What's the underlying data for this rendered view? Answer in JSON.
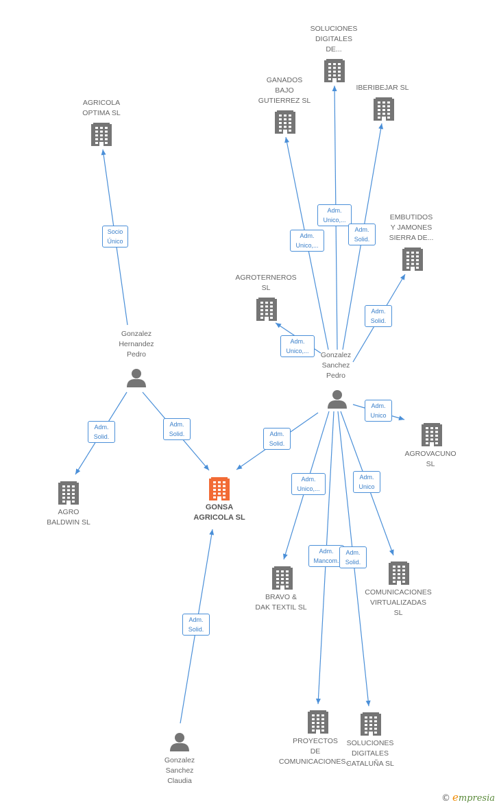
{
  "colors": {
    "edge": "#4a8fd8",
    "company": "#757575",
    "company_main": "#f26b35",
    "person": "#757575"
  },
  "nodes": [
    {
      "id": "agricola_optima",
      "type": "company",
      "label": "AGRICOLA\nOPTIMA  SL"
    },
    {
      "id": "gonzalez_hernandez",
      "type": "person",
      "label": "Gonzalez\nHernandez\nPedro"
    },
    {
      "id": "agro_baldwin",
      "type": "company",
      "label": "AGRO\nBALDWIN  SL"
    },
    {
      "id": "gonsa",
      "type": "company_main",
      "label": "GONSA\nAGRICOLA  SL"
    },
    {
      "id": "gonzalez_claudia",
      "type": "person",
      "label": "Gonzalez\nSanchez\nClaudia"
    },
    {
      "id": "gonzalez_sanchez_pedro",
      "type": "person",
      "label": "Gonzalez\nSanchez\nPedro"
    },
    {
      "id": "soluciones_digitales",
      "type": "company",
      "label": "SOLUCIONES\nDIGITALES\nDE..."
    },
    {
      "id": "ganados_bajo",
      "type": "company",
      "label": "GANADOS\nBAJO\nGUTIERREZ  SL"
    },
    {
      "id": "iberibejar",
      "type": "company",
      "label": "IBERIBEJAR SL"
    },
    {
      "id": "embutidos",
      "type": "company",
      "label": "EMBUTIDOS\nY JAMONES\nSIERRA DE..."
    },
    {
      "id": "agroterneros",
      "type": "company",
      "label": "AGROTERNEROS\nSL"
    },
    {
      "id": "agrovacuno",
      "type": "company",
      "label": "AGROVACUNO\nSL"
    },
    {
      "id": "bravo_dak",
      "type": "company",
      "label": "BRAVO &\nDAK TEXTIL SL"
    },
    {
      "id": "comunicaciones_virtualizadas",
      "type": "company",
      "label": "COMUNICACIONES\nVIRTUALIZADAS\nSL"
    },
    {
      "id": "proyectos_comunicaciones",
      "type": "company",
      "label": "PROYECTOS\nDE\nCOMUNICACIONES..."
    },
    {
      "id": "soluciones_cataluna",
      "type": "company",
      "label": "SOLUCIONES\nDIGITALES\nCATALUÑA SL"
    }
  ],
  "edges": [
    {
      "from": "gonzalez_hernandez",
      "to": "agricola_optima",
      "label": "Socio\nÚnico"
    },
    {
      "from": "gonzalez_hernandez",
      "to": "agro_baldwin",
      "label": "Adm.\nSolid."
    },
    {
      "from": "gonzalez_hernandez",
      "to": "gonsa",
      "label": "Adm.\nSolid."
    },
    {
      "from": "gonzalez_claudia",
      "to": "gonsa",
      "label": "Adm.\nSolid."
    },
    {
      "from": "gonzalez_sanchez_pedro",
      "to": "gonsa",
      "label": "Adm.\nSolid."
    },
    {
      "from": "gonzalez_sanchez_pedro",
      "to": "soluciones_digitales",
      "label": "Adm.\nUnico,..."
    },
    {
      "from": "gonzalez_sanchez_pedro",
      "to": "ganados_bajo",
      "label": "Adm.\nUnico,..."
    },
    {
      "from": "gonzalez_sanchez_pedro",
      "to": "iberibejar",
      "label": "Adm.\nSolid."
    },
    {
      "from": "gonzalez_sanchez_pedro",
      "to": "embutidos",
      "label": "Adm.\nSolid."
    },
    {
      "from": "gonzalez_sanchez_pedro",
      "to": "agroterneros",
      "label": "Adm.\nUnico,..."
    },
    {
      "from": "gonzalez_sanchez_pedro",
      "to": "agrovacuno",
      "label": "Adm.\nUnico"
    },
    {
      "from": "gonzalez_sanchez_pedro",
      "to": "bravo_dak",
      "label": "Adm.\nUnico,..."
    },
    {
      "from": "gonzalez_sanchez_pedro",
      "to": "comunicaciones_virtualizadas",
      "label": "Adm.\nUnico"
    },
    {
      "from": "gonzalez_sanchez_pedro",
      "to": "proyectos_comunicaciones",
      "label": "Adm.\nMancom."
    },
    {
      "from": "gonzalez_sanchez_pedro",
      "to": "soluciones_cataluna",
      "label": "Adm.\nSolid."
    }
  ],
  "footer": {
    "copyright": "©",
    "brand_initial": "e",
    "brand_rest": "mpresia"
  }
}
